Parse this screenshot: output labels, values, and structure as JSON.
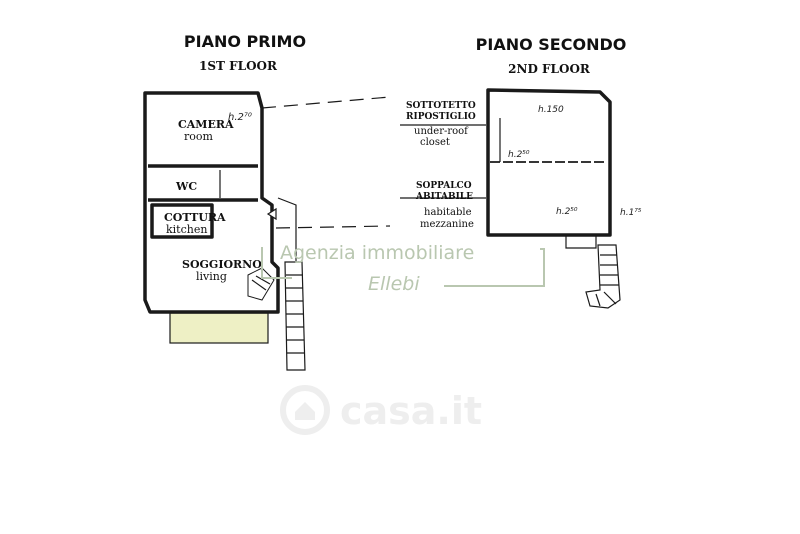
{
  "colors": {
    "floor_fill": "#eef0c5",
    "wall": "#1a1a1a",
    "watermark": "#b9c7b0",
    "brand_watermark": "#eeeeee"
  },
  "first_floor": {
    "title": "PIANO PRIMO",
    "subtitle": "1ST FLOOR",
    "rooms": {
      "camera": {
        "it": "CAMERA",
        "en": "room"
      },
      "wc": {
        "it": "WC"
      },
      "cottura": {
        "it": "COTTURA",
        "en": "kitchen"
      },
      "soggiorno": {
        "it": "SOGGIORNO",
        "en": "living"
      }
    },
    "height_label": "h.2⁷⁰"
  },
  "second_floor": {
    "title": "PIANO SECONDO",
    "subtitle": "2ND FLOOR",
    "rooms": {
      "sottotetto": {
        "it_line1": "SOTTOTETTO",
        "it_line2": "RIPOSTIGLIO",
        "en_line1": "under-roof",
        "en_line2": "closet"
      },
      "soppalco": {
        "it_line1": "SOPPALCO",
        "it_line2": "ABITABILE",
        "en_line1": "habitable",
        "en_line2": "mezzanine"
      }
    },
    "height_labels": {
      "top": "h.150",
      "mid": "h.2⁵⁰",
      "lower": "h.2⁵⁰",
      "stair": "h.1⁷⁵"
    }
  },
  "watermarks": {
    "agency_line1": "Agenzia immobiliare",
    "agency_line2": "Ellebi",
    "portal": "casa.it"
  }
}
